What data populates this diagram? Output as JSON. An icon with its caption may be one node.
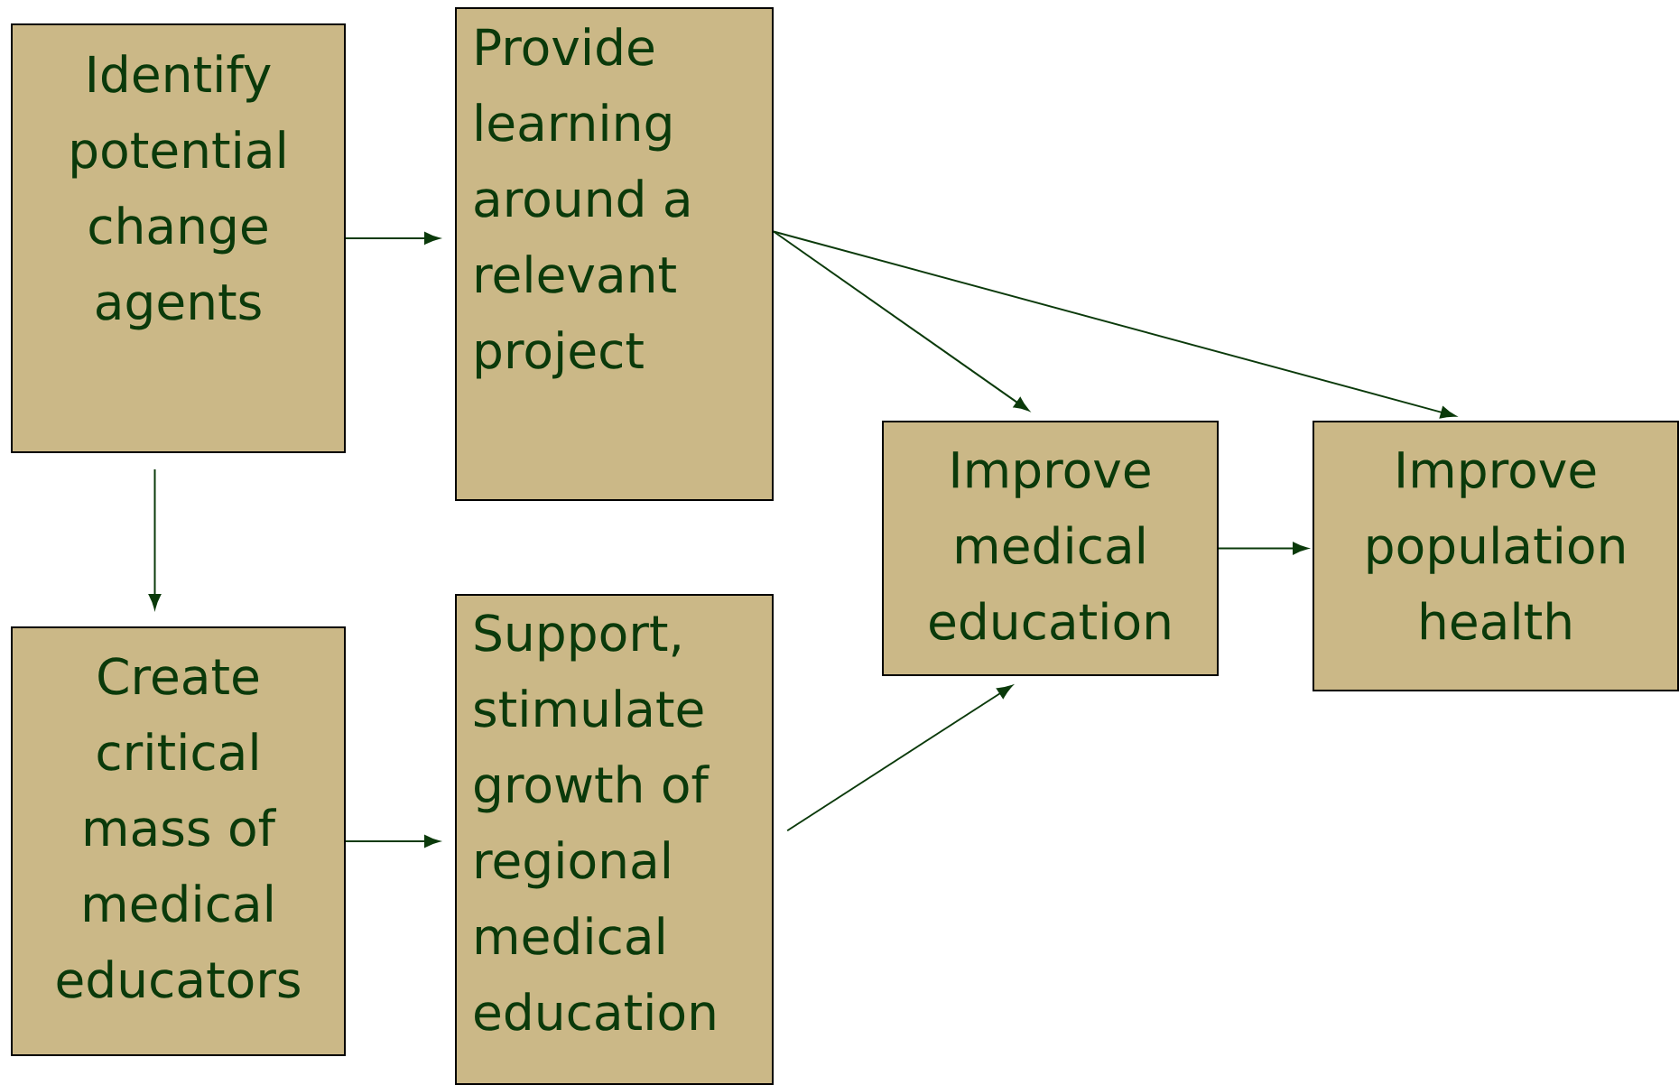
{
  "diagram": {
    "nodes": [
      {
        "text": [
          "Identify potential change agents"
        ]
      },
      {
        "text": [
          "Provide learning around a relevant project"
        ]
      },
      {
        "text": [
          "Create critical mass of medical educators"
        ]
      },
      {
        "text": [
          "Support, stimulate growth of regional medical education"
        ]
      },
      {
        "text": [
          "Improve medical education"
        ]
      },
      {
        "text": [
          "Improve population health"
        ]
      }
    ],
    "edges": [
      {
        "from": 0,
        "to": 1,
        "arrow": "to"
      },
      {
        "from": 0,
        "to": 2,
        "arrow": "to"
      },
      {
        "from": 2,
        "to": 3,
        "arrow": "to"
      },
      {
        "from": 1,
        "to": 4,
        "arrow": "to"
      },
      {
        "from": 1,
        "to": 5,
        "arrow": "to"
      },
      {
        "from": 3,
        "to": 4,
        "arrow": "to"
      },
      {
        "from": 4,
        "to": 5,
        "arrow": "to"
      }
    ]
  }
}
